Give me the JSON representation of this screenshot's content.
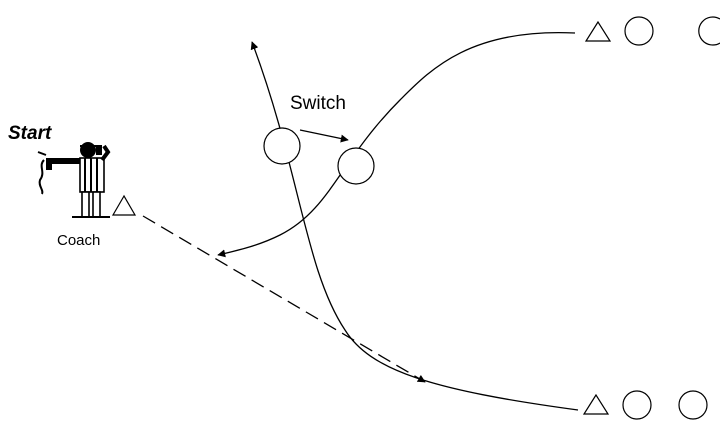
{
  "labels": {
    "start": "Start",
    "switch": "Switch",
    "coach": "Coach"
  },
  "colors": {
    "stroke": "#000000",
    "background": "#ffffff"
  },
  "icons": {
    "coach": "referee-whistle-figure",
    "cone": "triangle-cone",
    "player": "circle-player"
  }
}
